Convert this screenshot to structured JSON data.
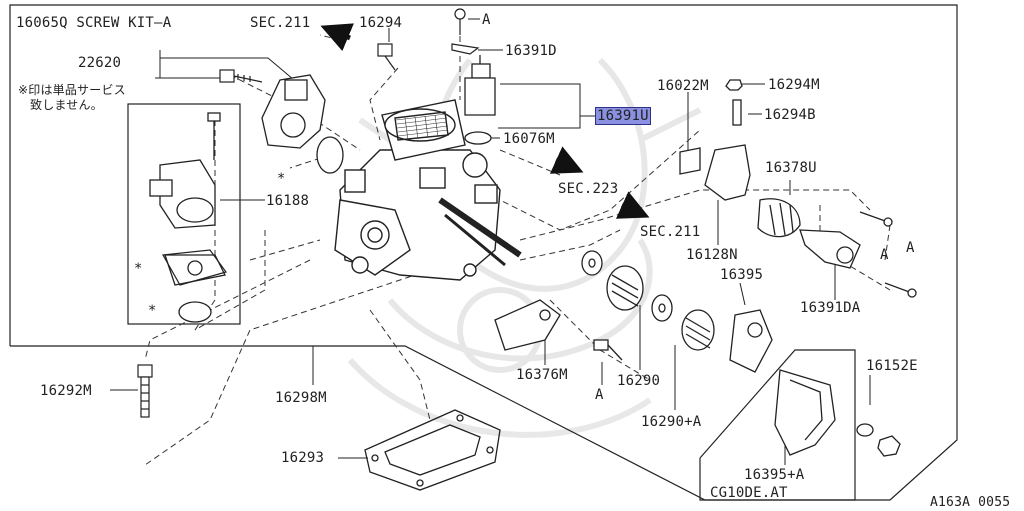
{
  "diagram": {
    "ref_code": "A163A 0055",
    "highlighted_part": "16391U",
    "labels": {
      "screw_kit": "16065Q SCREW KIT—A",
      "sec211_top": "SEC.211",
      "p16294": "16294",
      "a_top": "A",
      "p16391D": "16391D",
      "p22620": "22620",
      "note_line1": "※印は単品サービス",
      "note_line2": "致しません。",
      "p16391U": "16391U",
      "p16076M": "16076M",
      "p16022M": "16022M",
      "p16294M": "16294M",
      "p16294B": "16294B",
      "sec223": "SEC.223",
      "sec211_mid": "SEC.211",
      "p16378U": "16378U",
      "p16188": "16188",
      "star1": "∗",
      "star2": "∗",
      "star3": "∗",
      "star4": "∗",
      "p16128N": "16128N",
      "a_right": "A",
      "a_right2": "A",
      "p16395": "16395",
      "p16391DA": "16391DA",
      "p16376M": "16376M",
      "a_bottom": "A",
      "p16290": "16290",
      "p16152E": "16152E",
      "p16292M": "16292M",
      "p16298M": "16298M",
      "p16290A": "16290+A",
      "p16293": "16293",
      "p16395A": "16395+A",
      "cg10de": "CG10DE.AT"
    }
  }
}
